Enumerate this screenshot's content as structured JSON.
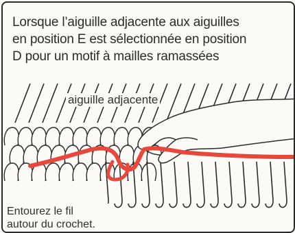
{
  "caption": {
    "line1": "Lorsque l’aiguille adjacente aux aiguilles",
    "line2": "en position E est sélectionnée en position",
    "line3": "D pour un motif à mailles ramassées"
  },
  "labels": {
    "adjacent_needle": "aiguille adjacente",
    "instruction_line1": "Entourez le fil",
    "instruction_line2": "autour du crochet."
  },
  "colors": {
    "yarn": "#e8473c",
    "ink": "#2a2a2a",
    "paper": "#fbfaf6"
  }
}
